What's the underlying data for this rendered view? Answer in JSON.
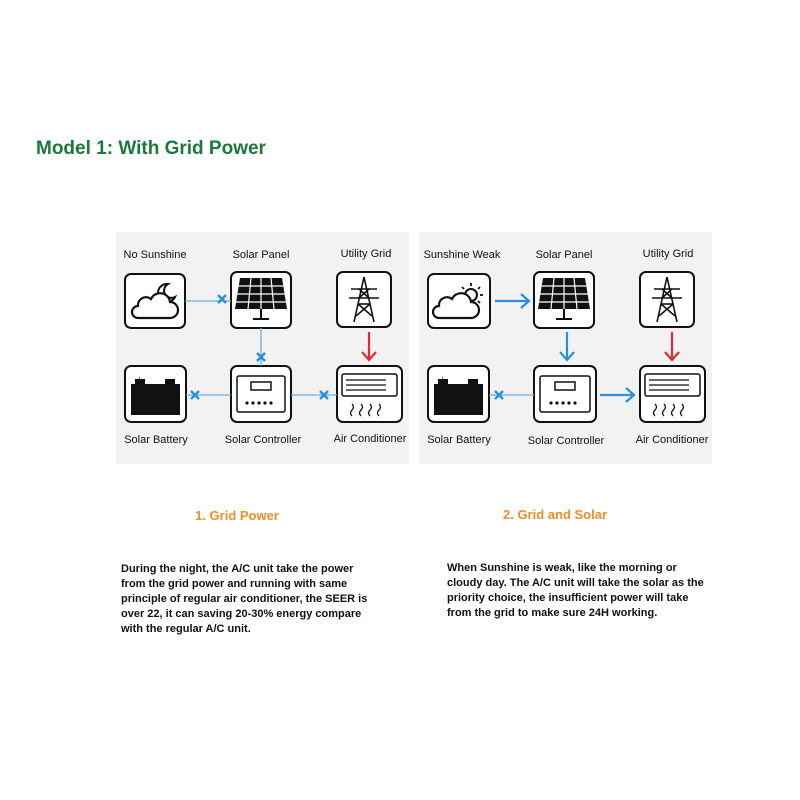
{
  "title": "Model 1: With Grid Power",
  "colors": {
    "title": "#1b7a3b",
    "subtitle": "#f28c28",
    "flow_on": "#2b8fd8",
    "flow_off": "#2b8fd8",
    "grid_arrow": "#e3263a"
  },
  "diagram_left": {
    "labels": {
      "sun": "No Sunshine",
      "panel": "Solar Panel",
      "grid": "Utility Grid",
      "battery": "Solar Battery",
      "controller": "Solar Controller",
      "ac": "Air Conditioner"
    },
    "icons": {
      "sun": "moon-cloud-icon",
      "panel": "solar-panel-icon",
      "grid": "power-tower-icon",
      "battery": "battery-icon",
      "controller": "controller-icon",
      "ac": "air-conditioner-icon"
    },
    "links": {
      "sun_to_panel": "blocked",
      "panel_to_controller": "blocked",
      "controller_to_battery": "blocked",
      "controller_to_ac": "blocked",
      "grid_to_ac": "flow"
    }
  },
  "diagram_right": {
    "labels": {
      "sun": "Sunshine Weak",
      "panel": "Solar Panel",
      "grid": "Utility Grid",
      "battery": "Solar Battery",
      "controller": "Solar Controller",
      "ac": "Air Conditioner"
    },
    "icons": {
      "sun": "sun-cloud-icon",
      "panel": "solar-panel-icon",
      "grid": "power-tower-icon",
      "battery": "battery-icon",
      "controller": "controller-icon",
      "ac": "air-conditioner-icon"
    },
    "links": {
      "sun_to_panel": "flow",
      "panel_to_controller": "flow",
      "controller_to_battery": "blocked",
      "controller_to_ac": "flow",
      "grid_to_ac": "flow"
    }
  },
  "section1": {
    "heading": "1.  Grid Power",
    "text": "During the night, the A/C unit take the power from the grid power and running with same principle of regular air conditioner, the SEER is over 22, it can saving 20-30% energy compare with the regular A/C unit."
  },
  "section2": {
    "heading": "2. Grid and Solar",
    "text": "When Sunshine is weak, like the morning or cloudy day. The A/C unit will take the solar as the priority choice, the insufficient power will take from the grid to make sure 24H working."
  }
}
